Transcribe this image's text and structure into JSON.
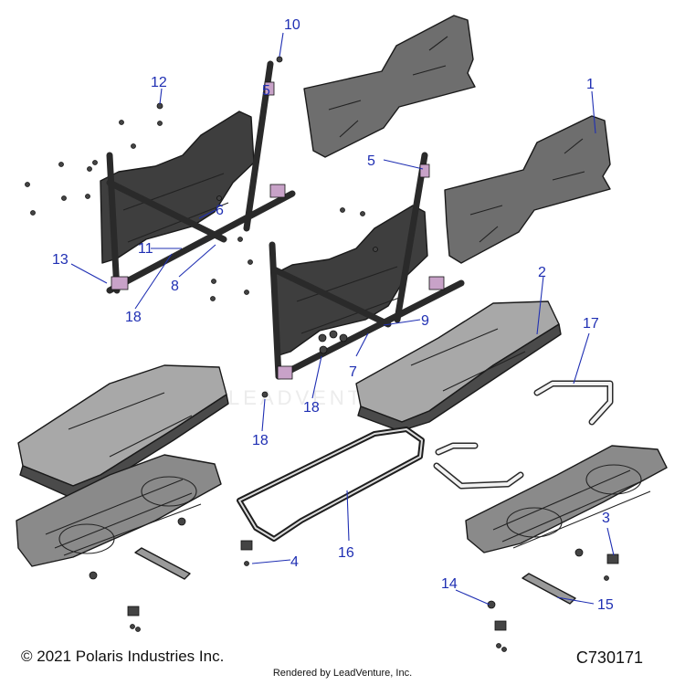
{
  "watermark": "LEADVENTURE",
  "footer": {
    "copyright": "© 2021 Polaris Industries Inc.",
    "diagram_code": "C730171",
    "rendered_by": "Rendered by LeadVenture, Inc."
  },
  "callouts": {
    "c1": "1",
    "c2": "2",
    "c3": "3",
    "c4": "4",
    "c5a": "5",
    "c5b": "5",
    "c6": "6",
    "c7": "7",
    "c8": "8",
    "c9": "9",
    "c10": "10",
    "c11": "11",
    "c12": "12",
    "c13": "13",
    "c14": "14",
    "c15": "15",
    "c16": "16",
    "c17": "17",
    "c18a": "18",
    "c18b": "18",
    "c18c": "18"
  },
  "colors": {
    "callout": "#1f2fb3",
    "part_dark": "#3e3e3e",
    "part_mid": "#8a8a8a",
    "part_light": "#a8a8a8"
  }
}
